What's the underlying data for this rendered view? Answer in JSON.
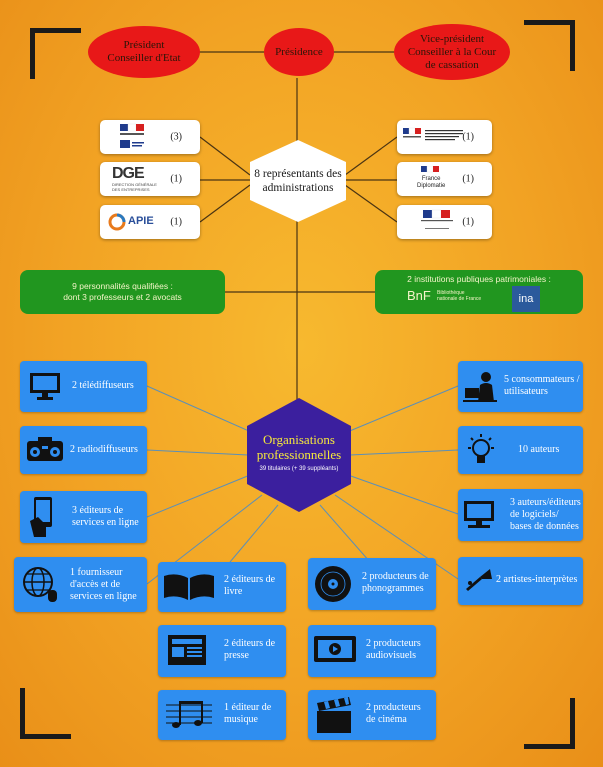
{
  "top": {
    "left": "Président\nConseiller d'Etat",
    "center": "Présidence",
    "right": "Vice-président\nConseiller à la Cour\nde cassation"
  },
  "admin": {
    "hex_label": "8 représentants des\nadministrations",
    "left_counts": [
      "(3)",
      "(1)",
      "(1)"
    ],
    "right_counts": [
      "(1)",
      "(1)",
      "(1)"
    ],
    "dge_text": "DGE",
    "dge_sub": "DIRECTION GÉNÉRALE\nDES ENTREPRISES",
    "apie_text": "APIE",
    "diplo_text": "France\nDiplomatie"
  },
  "green_left": "9 personnalités qualifiées :\ndont 3 professeurs et 2 avocats",
  "green_right": {
    "title": "2 institutions publiques patrimoniales :",
    "bnf": "BnF",
    "bnf_sub": "Bibliothèque\nnationale de France",
    "ina": "ina"
  },
  "orgs": {
    "title": "Organisations\nprofessionnelles",
    "subtitle": "39 titulaires (+ 39 suppléants)"
  },
  "items": {
    "teledif": "2 télédiffuseurs",
    "radiodif": "2 radiodiffuseurs",
    "services": "3 éditeurs de\nservices en ligne",
    "fai": "1 fournisseur\nd'accès et de\nservices en ligne",
    "conso": "5 consommateurs /\nutilisateurs",
    "auteurs": "10 auteurs",
    "logiciels": "3 auteurs/éditeurs\nde logiciels/\nbases de données",
    "artistes": "2 artistes-interprètes",
    "livre": "2 éditeurs de\nlivre",
    "presse": "2 éditeurs de\npresse",
    "musique": "1 éditeur de\nmusique",
    "phono": "2 producteurs de\nphonogrammes",
    "audiovisuels": "2 producteurs\naudiovisuels",
    "cinema": "2 producteurs\nde cinéma"
  },
  "colors": {
    "background": "#f2a324",
    "ellipse": "#e81818",
    "green": "#21961f",
    "blue": "#2f8ef0",
    "hex_orgs": "#3b1f9e"
  }
}
